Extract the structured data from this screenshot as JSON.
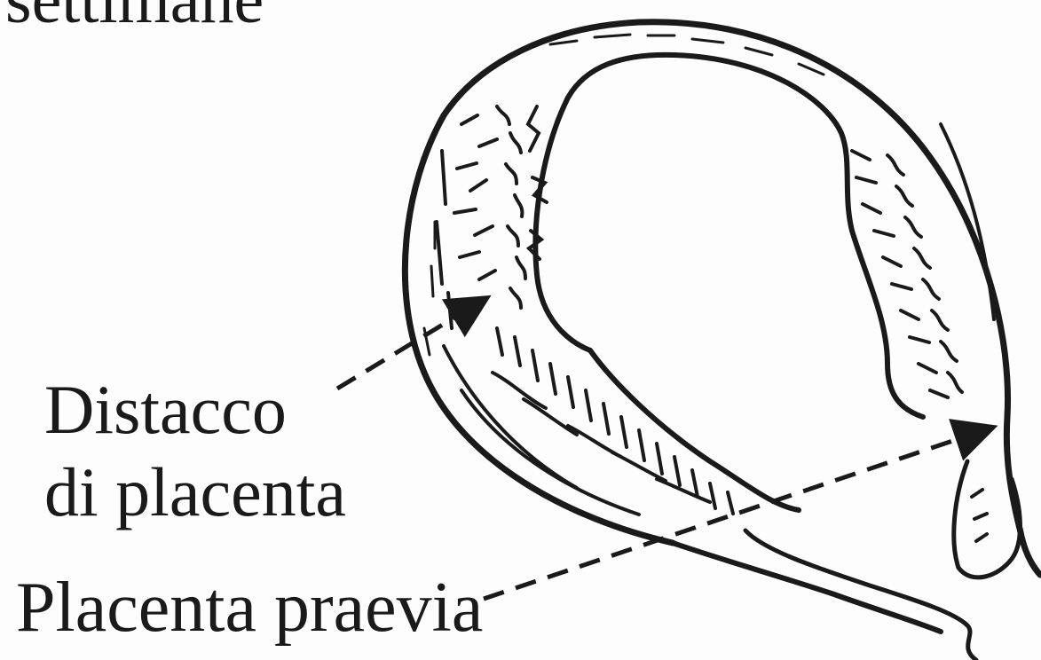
{
  "diagram": {
    "top_partial_word": "settimane",
    "labels": {
      "distacco_line1": "Distacco",
      "distacco_line2": "di placenta",
      "praevia": "Placenta praevia"
    },
    "colors": {
      "ink": "#1a1a1a",
      "background": "#fdfdfd"
    }
  }
}
